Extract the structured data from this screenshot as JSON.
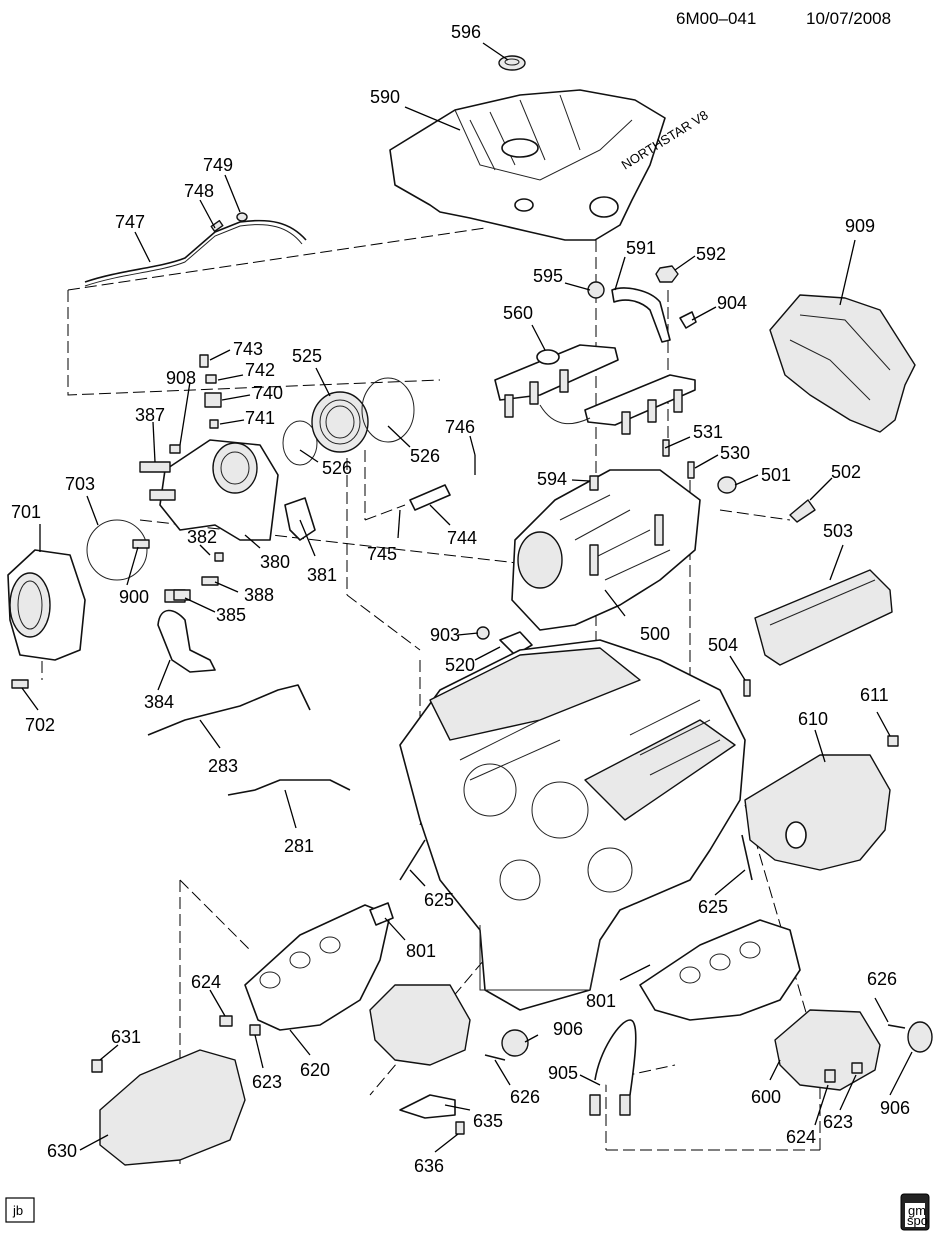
{
  "header": {
    "diagram_id": "6M00–041",
    "date": "10/07/2008"
  },
  "footer": {
    "badge_left": "jb",
    "logo_line1": "gm",
    "logo_line2": "spo"
  },
  "engine_cover_text": "NORTHSTAR V8",
  "callouts": {
    "c596": "596",
    "c590": "590",
    "c749": "749",
    "c748": "748",
    "c747": "747",
    "c595": "595",
    "c591": "591",
    "c592": "592",
    "c909": "909",
    "c904": "904",
    "c560": "560",
    "c743": "743",
    "c525": "525",
    "c908": "908",
    "c742": "742",
    "c740": "740",
    "c387": "387",
    "c741": "741",
    "c746": "746",
    "c526a": "526",
    "c526b": "526",
    "c531": "531",
    "c594": "594",
    "c530": "530",
    "c501": "501",
    "c502": "502",
    "c703": "703",
    "c701": "701",
    "c382": "382",
    "c380": "380",
    "c381": "381",
    "c745": "745",
    "c744": "744",
    "c503": "503",
    "c900": "900",
    "c388": "388",
    "c385": "385",
    "c903": "903",
    "c500": "500",
    "c520": "520",
    "c504": "504",
    "c702": "702",
    "c384": "384",
    "c611": "611",
    "c610": "610",
    "c283": "283",
    "c281": "281",
    "c625a": "625",
    "c625b": "625",
    "c801a": "801",
    "c801b": "801",
    "c624a": "624",
    "c906a": "906",
    "c626a": "626",
    "c631": "631",
    "c623a": "623",
    "c620": "620",
    "c905": "905",
    "c626b": "626",
    "c600": "600",
    "c906b": "906",
    "c635": "635",
    "c624b": "624",
    "c623b": "623",
    "c630": "630",
    "c636": "636"
  }
}
